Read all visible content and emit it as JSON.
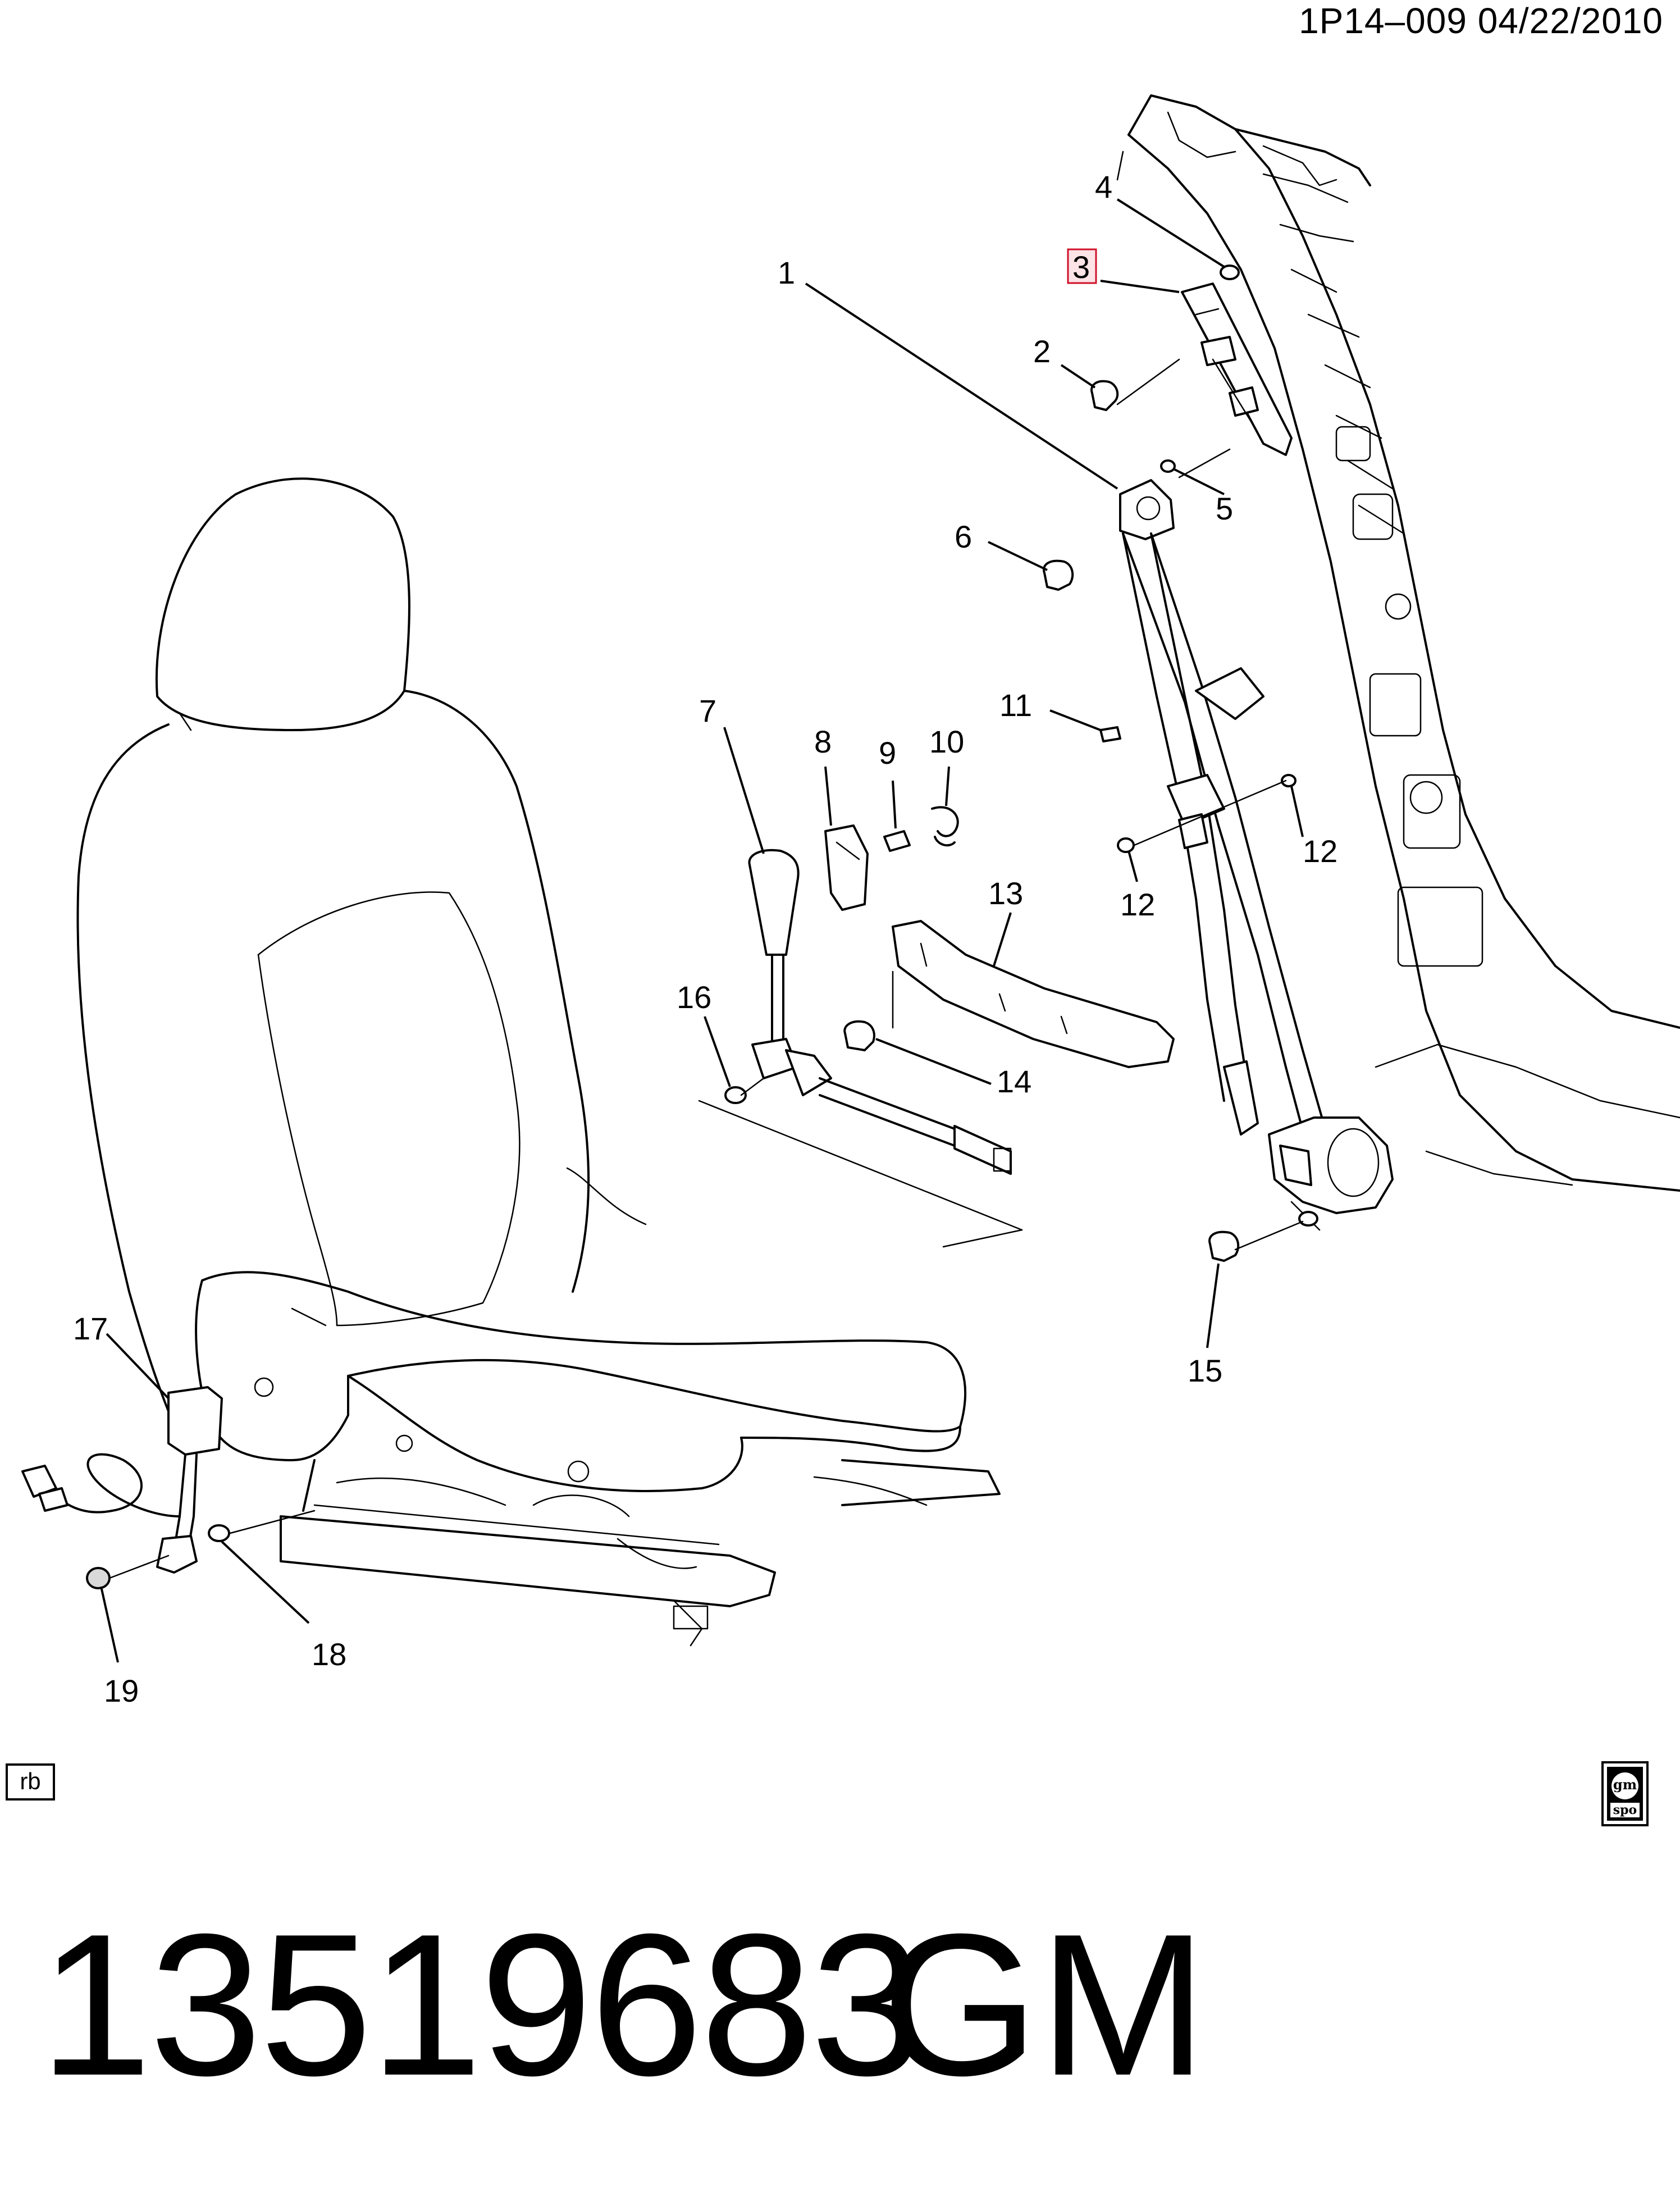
{
  "header": {
    "code": "1P14–009  04/22/2010"
  },
  "callouts": [
    {
      "id": "c1",
      "label": "1"
    },
    {
      "id": "c2",
      "label": "2"
    },
    {
      "id": "c3",
      "label": "3",
      "highlighted": true
    },
    {
      "id": "c4",
      "label": "4"
    },
    {
      "id": "c5",
      "label": "5"
    },
    {
      "id": "c6",
      "label": "6"
    },
    {
      "id": "c7",
      "label": "7"
    },
    {
      "id": "c8",
      "label": "8"
    },
    {
      "id": "c9",
      "label": "9"
    },
    {
      "id": "c10",
      "label": "10"
    },
    {
      "id": "c11",
      "label": "11"
    },
    {
      "id": "c12a",
      "label": "12"
    },
    {
      "id": "c12b",
      "label": "12"
    },
    {
      "id": "c13",
      "label": "13"
    },
    {
      "id": "c14",
      "label": "14"
    },
    {
      "id": "c15",
      "label": "15"
    },
    {
      "id": "c16",
      "label": "16"
    },
    {
      "id": "c17",
      "label": "17"
    },
    {
      "id": "c18",
      "label": "18"
    },
    {
      "id": "c19",
      "label": "19"
    }
  ],
  "badges": {
    "rb": "rb",
    "logo_top": "gm",
    "logo_bottom": "spo"
  },
  "footer": {
    "part_number": "13519683",
    "manufacturer": "GM"
  },
  "colors": {
    "line": "#000000",
    "highlight_border": "#d0102a",
    "highlight_fill": "#fbe3e6"
  }
}
